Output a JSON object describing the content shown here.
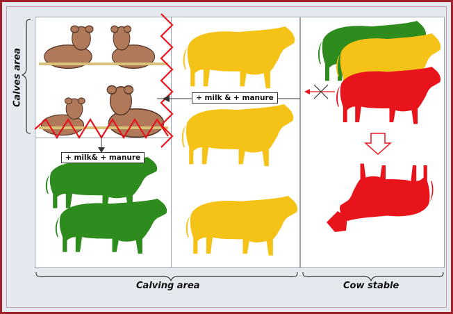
{
  "labels": {
    "calves_area": "Calves area",
    "calving_area": "Calving area",
    "cow_stable": "Cow stable"
  },
  "tags": {
    "calving_to_calves": "+ milk & + manure",
    "calves_to_green": "+ milk& + manure"
  },
  "colors": {
    "frame": "#a0202a",
    "background": "#e3e9ef",
    "yellow_cow": "#f5c218",
    "green_cow": "#2e8b1e",
    "red_cow": "#e8141c",
    "barrier": "#e8141c",
    "calf_brown": "#b07a5a"
  }
}
